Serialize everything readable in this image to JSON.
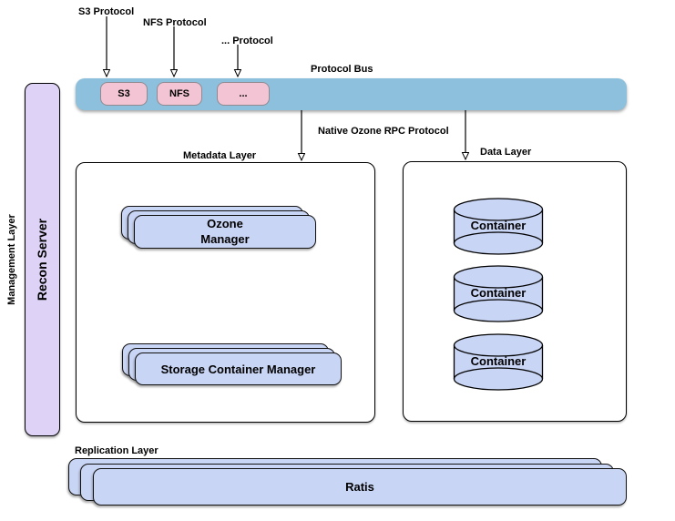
{
  "colors": {
    "protocol_bus_fill": "#8cc0dc",
    "protocol_item_fill": "#f2c4d4",
    "component_fill": "#c9d5f5",
    "recon_server_fill": "#ded3f6"
  },
  "top_arrows": {
    "s3": "S3 Protocol",
    "nfs": "NFS Protocol",
    "dots": "... Protocol"
  },
  "protocol_bus": {
    "label": "Protocol Bus",
    "items": [
      "S3",
      "NFS",
      "..."
    ]
  },
  "rpc_label": "Native Ozone RPC Protocol",
  "management": {
    "layer_label": "Management Layer",
    "recon_server": "Recon Server"
  },
  "metadata_layer": {
    "label": "Metadata Layer",
    "ozone_manager": "Ozone Manager",
    "storage_container_manager": "Storage Container Manager"
  },
  "data_layer": {
    "label": "Data Layer",
    "containers": [
      "Container",
      "Container",
      "Container"
    ]
  },
  "replication_layer": {
    "label": "Replication Layer",
    "ratis": "Ratis"
  }
}
